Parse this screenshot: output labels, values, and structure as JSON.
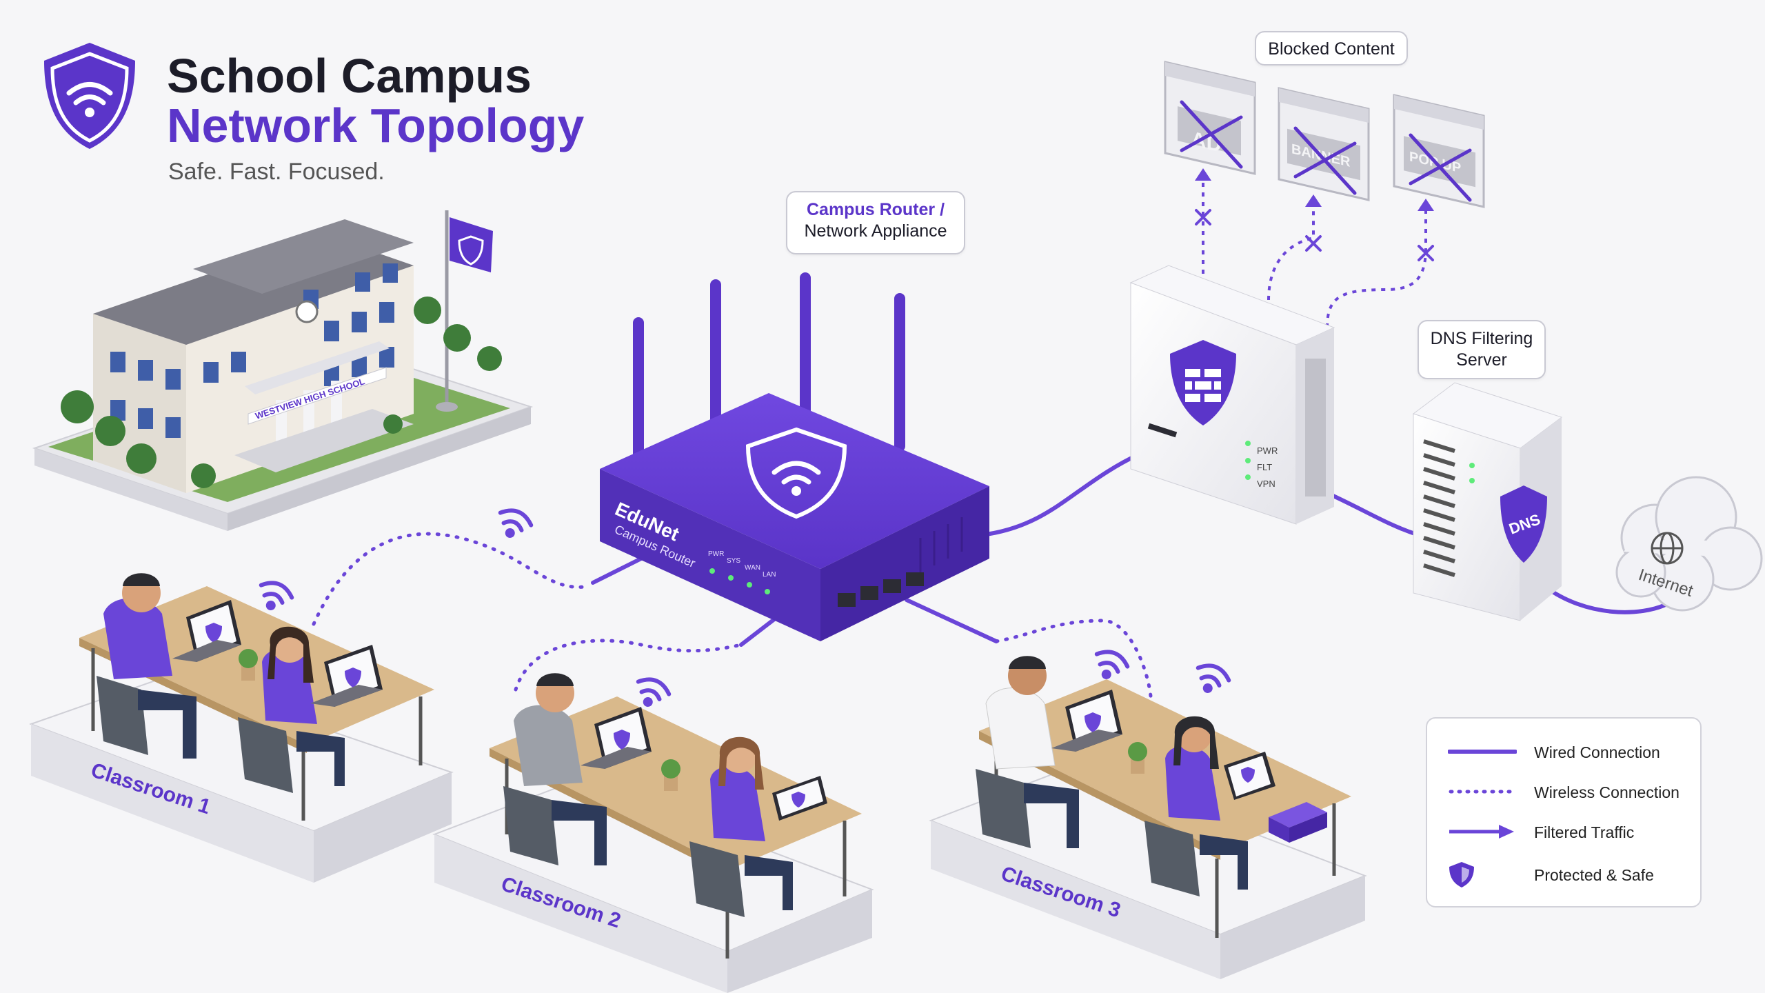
{
  "header": {
    "title_line1": "School Campus",
    "title_line2": "Network Topology",
    "tagline": "Safe. Fast. Focused."
  },
  "school": {
    "sign": "WESTVIEW HIGH SCHOOL"
  },
  "router": {
    "callout_line1": "Campus Router /",
    "callout_line2": "Network Appliance",
    "brand": "EduNet",
    "model": "Campus Router",
    "leds": [
      "PWR",
      "SYS",
      "WAN",
      "LAN"
    ]
  },
  "firewall": {
    "leds": [
      "PWR",
      "FLT",
      "VPN"
    ]
  },
  "blocked": {
    "callout": "Blocked Content",
    "windows": [
      "AD",
      "BANNER",
      "POP UP"
    ]
  },
  "dns": {
    "callout_line1": "DNS Filtering",
    "callout_line2": "Server",
    "badge": "DNS"
  },
  "internet": {
    "label": "Internet"
  },
  "classrooms": [
    "Classroom 1",
    "Classroom 2",
    "Classroom 3"
  ],
  "legend": {
    "wired": "Wired Connection",
    "wireless": "Wireless Connection",
    "filtered": "Filtered Traffic",
    "protected": "Protected & Safe"
  },
  "colors": {
    "accent": "#5b35c9",
    "background": "#f6f6f8"
  }
}
